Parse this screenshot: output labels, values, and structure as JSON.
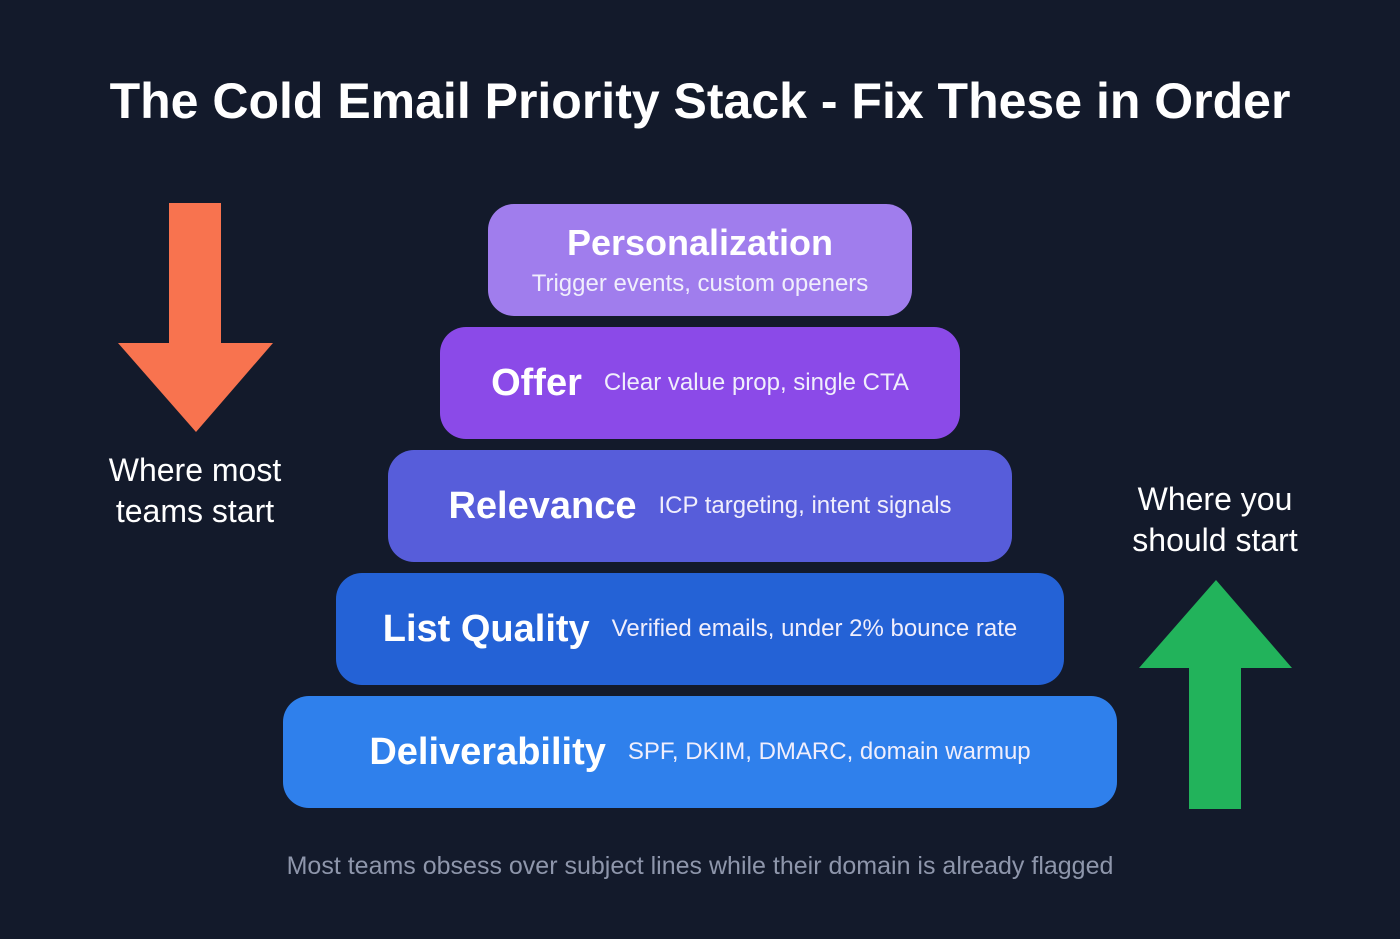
{
  "title": "The Cold Email Priority Stack - Fix These in Order",
  "tiers": [
    {
      "name": "Personalization",
      "desc": "Trigger events, custom openers",
      "color": "#a07ded"
    },
    {
      "name": "Offer",
      "desc": "Clear value prop, single CTA",
      "color": "#8b4ae8"
    },
    {
      "name": "Relevance",
      "desc": "ICP targeting, intent signals",
      "color": "#575dda"
    },
    {
      "name": "List Quality",
      "desc": "Verified emails, under 2% bounce rate",
      "color": "#2462d6"
    },
    {
      "name": "Deliverability",
      "desc": "SPF, DKIM, DMARC, domain warmup",
      "color": "#2f80ec"
    }
  ],
  "left_annotation": {
    "icon": "arrow-down-icon",
    "color": "#f8734f",
    "line1": "Where most",
    "line2": "teams start"
  },
  "right_annotation": {
    "icon": "arrow-up-icon",
    "color": "#22b35b",
    "line1": "Where you",
    "line2": "should start"
  },
  "footer": "Most teams obsess over subject lines while their domain is already flagged",
  "colors": {
    "background": "#131a2b",
    "footer_text": "#8e96ab"
  }
}
